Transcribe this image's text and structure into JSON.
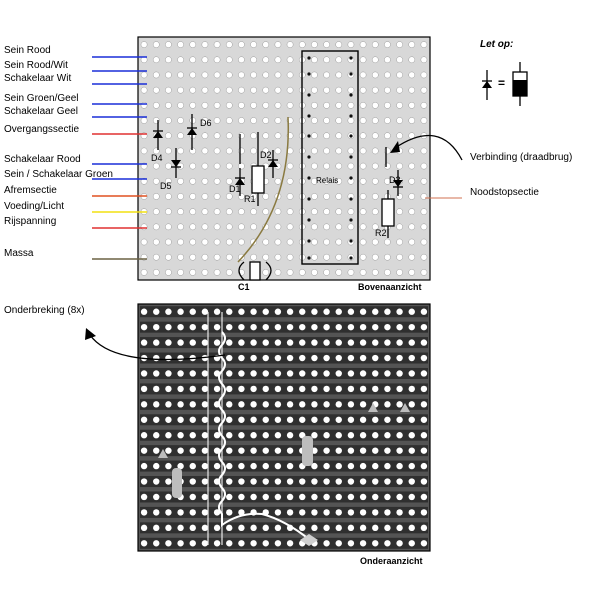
{
  "left_labels": [
    {
      "text": "Sein Rood",
      "wire": "#1a2fd8"
    },
    {
      "text": "Sein Rood/Wit",
      "wire": "#1a2fd8"
    },
    {
      "text": "Schakelaar Wit",
      "wire": "#1a2fd8"
    },
    {
      "text": "Sein Groen/Geel",
      "wire": "#1a2fd8"
    },
    {
      "text": "Schakelaar Geel",
      "wire": "#1a2fd8"
    },
    {
      "text": "Overgangssectie",
      "wire": "#e03030"
    },
    {
      "text": "Schakelaar Rood",
      "wire": "#1a2fd8"
    },
    {
      "text": "Sein / Schakelaar Groen",
      "wire": "#1a2fd8"
    },
    {
      "text": "Afremsectie",
      "wire": "#e05020"
    },
    {
      "text": "Voeding/Licht",
      "wire": "#f2e010"
    },
    {
      "text": "Rijspanning",
      "wire": "#e03030"
    },
    {
      "text": "Massa",
      "wire": "#6b6244"
    }
  ],
  "right_labels": {
    "verbinding": "Verbinding (draadbrug)",
    "noodstop": "Noodstopsectie",
    "let_op": "Let op:",
    "equals": "="
  },
  "components": {
    "d4": "D4",
    "d5": "D5",
    "d6": "D6",
    "d1": "D1",
    "d2": "D2",
    "d3": "D3",
    "r1": "R1",
    "r2": "R2",
    "c1": "C1",
    "relais": "Relais"
  },
  "view_labels": {
    "top": "Bovenaanzicht",
    "bottom": "Onderaanzicht",
    "onderbreking": "Onderbreking (8x)"
  },
  "colors": {
    "board_top": "#d8d8d8",
    "board_bottom": "#545454",
    "hole": "#ffffff",
    "wire_blue": "#1a2fd8",
    "wire_red": "#e03030",
    "wire_yellow": "#f2e010",
    "wire_olive": "#6b6244"
  }
}
